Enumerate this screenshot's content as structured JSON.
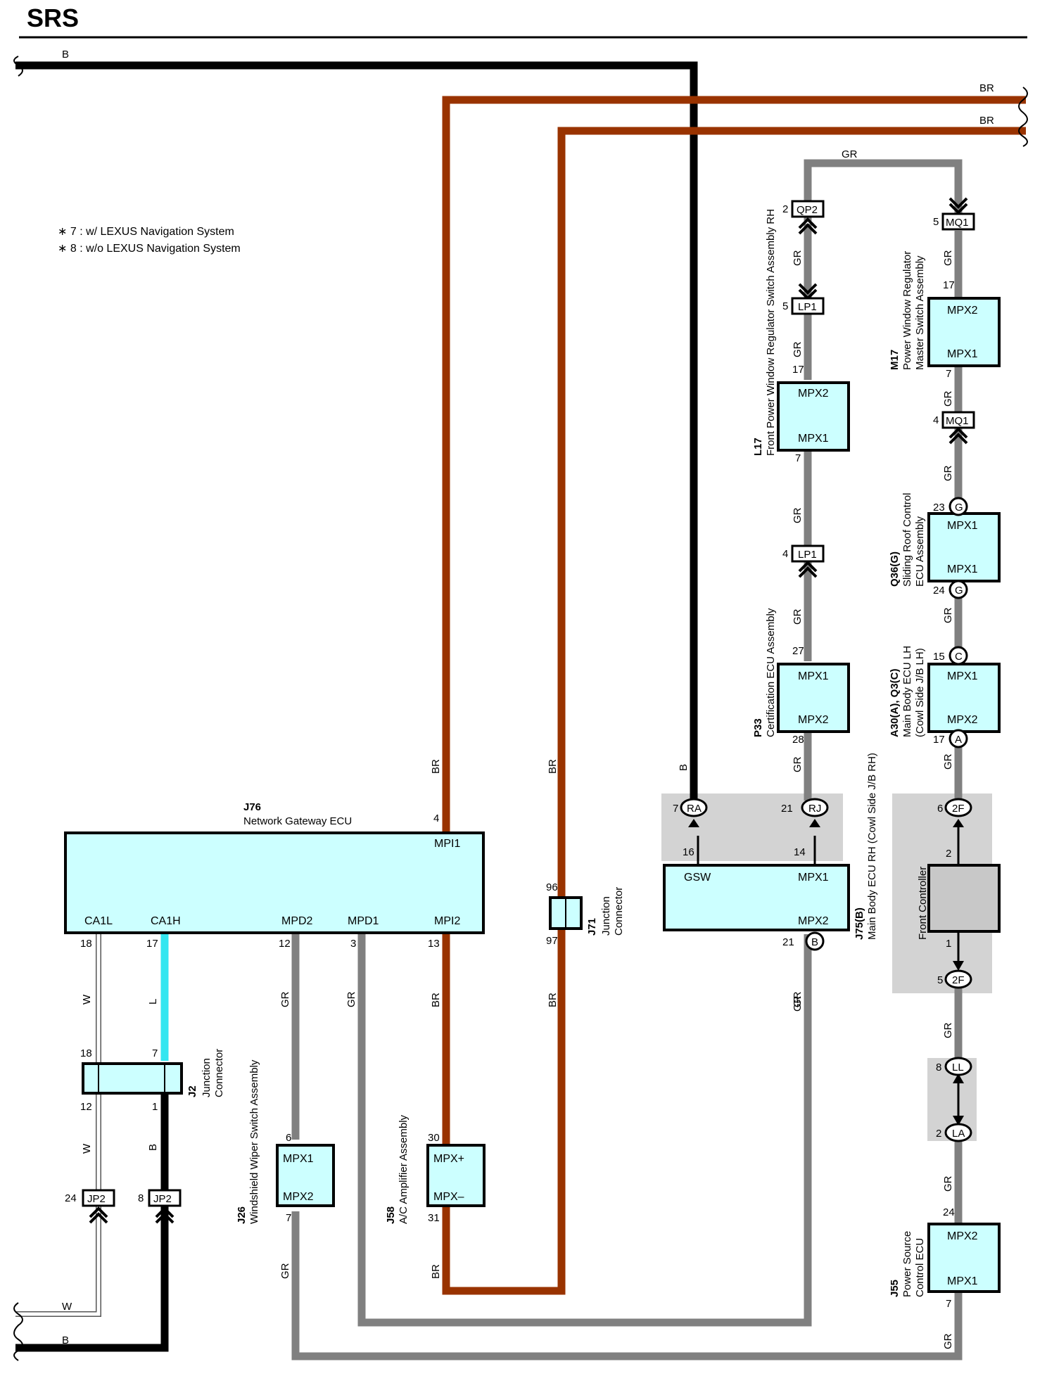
{
  "title": "SRS",
  "notes": [
    "∗ 7 : w/ LEXUS Navigation System",
    "∗ 8 : w/o LEXUS Navigation System"
  ],
  "colors": {
    "B": "#000000",
    "BR": "#993300",
    "GR": "#808080",
    "L": "#33e6f0",
    "W": "#ffffff",
    "box_fill": "#ccffff",
    "shade": "#d3d3d3",
    "controller_fill": "#c8c8c8"
  },
  "wire_labels": {
    "B": "B",
    "BR": "BR",
    "GR": "GR",
    "W": "W",
    "L": "L"
  },
  "components": {
    "j76": {
      "code": "J76",
      "name": "Network Gateway ECU",
      "mpi1": "MPI1",
      "mpi2": "MPI2",
      "mpd1": "MPD1",
      "mpd2": "MPD2",
      "ca1l": "CA1L",
      "ca1h": "CA1H"
    },
    "j2": {
      "code": "J2",
      "name1": "Junction",
      "name2": "Connector"
    },
    "j71": {
      "code": "J71",
      "name1": "Junction",
      "name2": "Connector"
    },
    "j26": {
      "code": "J26",
      "name": "Windshield Wiper Switch Assembly",
      "mpx1": "MPX1",
      "mpx2": "MPX2"
    },
    "j58": {
      "code": "J58",
      "name": "A/C Amplifier Assembly",
      "mpxp": "MPX+",
      "mpxm": "MPX–"
    },
    "j75": {
      "code": "J75(B)",
      "name": "Main Body ECU RH (Cowl Side J/B RH)",
      "gsw": "GSW",
      "mpx1": "MPX1",
      "mpx2": "MPX2"
    },
    "l17": {
      "code": "L17",
      "name": "Front Power Window Regulator Switch Assembly RH",
      "mpx2": "MPX2",
      "mpx1": "MPX1"
    },
    "p33": {
      "code": "P33",
      "name": "Certification ECU Assembly",
      "mpx1": "MPX1",
      "mpx2": "MPX2"
    },
    "m17": {
      "code": "M17",
      "name1": "Power Window Regulator",
      "name2": "Master Switch Assembly",
      "mpx2": "MPX2",
      "mpx1": "MPX1"
    },
    "q36": {
      "code": "Q36(G)",
      "name1": "Sliding Roof Control",
      "name2": "ECU Assembly",
      "mpx1a": "MPX1",
      "mpx1b": "MPX1"
    },
    "a30": {
      "code": "A30(A), Q3(C)",
      "name1": "Main Body ECU LH",
      "name2": "(Cowl Side J/B LH)",
      "mpx1": "MPX1",
      "mpx2": "MPX2"
    },
    "fc": {
      "name": "Front Controller"
    },
    "j55": {
      "code": "J55",
      "name1": "Power Source",
      "name2": "Control ECU",
      "mpx2": "MPX2",
      "mpx1": "MPX1"
    }
  },
  "connectors": {
    "QP2": "QP2",
    "LP1": "LP1",
    "MQ1": "MQ1",
    "JP2": "JP2",
    "RA": "RA",
    "RJ": "RJ",
    "B": "B",
    "G": "G",
    "C": "C",
    "A": "A",
    "2F": "2F",
    "LL": "LL",
    "LA": "LA"
  },
  "pins": {
    "j76_4": "4",
    "j76_18": "18",
    "j76_17": "17",
    "j76_12": "12",
    "j76_3": "3",
    "j76_13": "13",
    "j2_18": "18",
    "j2_7": "7",
    "j2_12": "12",
    "j2_1": "1",
    "jp2_24": "24",
    "jp2_8": "8",
    "j26_6": "6",
    "j26_7": "7",
    "j58_30": "30",
    "j58_31": "31",
    "j71_96": "96",
    "j71_97": "97",
    "ra_7": "7",
    "j75_16": "16",
    "j75_14": "14",
    "rj_21": "21",
    "b_21": "21",
    "qp2_2": "2",
    "lp1_5": "5",
    "l17_17": "17",
    "l17_7": "7",
    "lp1_4": "4",
    "p33_27": "27",
    "p33_28": "28",
    "mq1_5": "5",
    "m17_17": "17",
    "m17_7": "7",
    "mq1_4": "4",
    "g_23": "23",
    "g_24": "24",
    "c_15": "15",
    "a_17": "17",
    "f2_6": "6",
    "fc_2": "2",
    "fc_1": "1",
    "f2_5": "5",
    "ll_8": "8",
    "la_2": "2",
    "j55_24": "24",
    "j55_7": "7"
  }
}
